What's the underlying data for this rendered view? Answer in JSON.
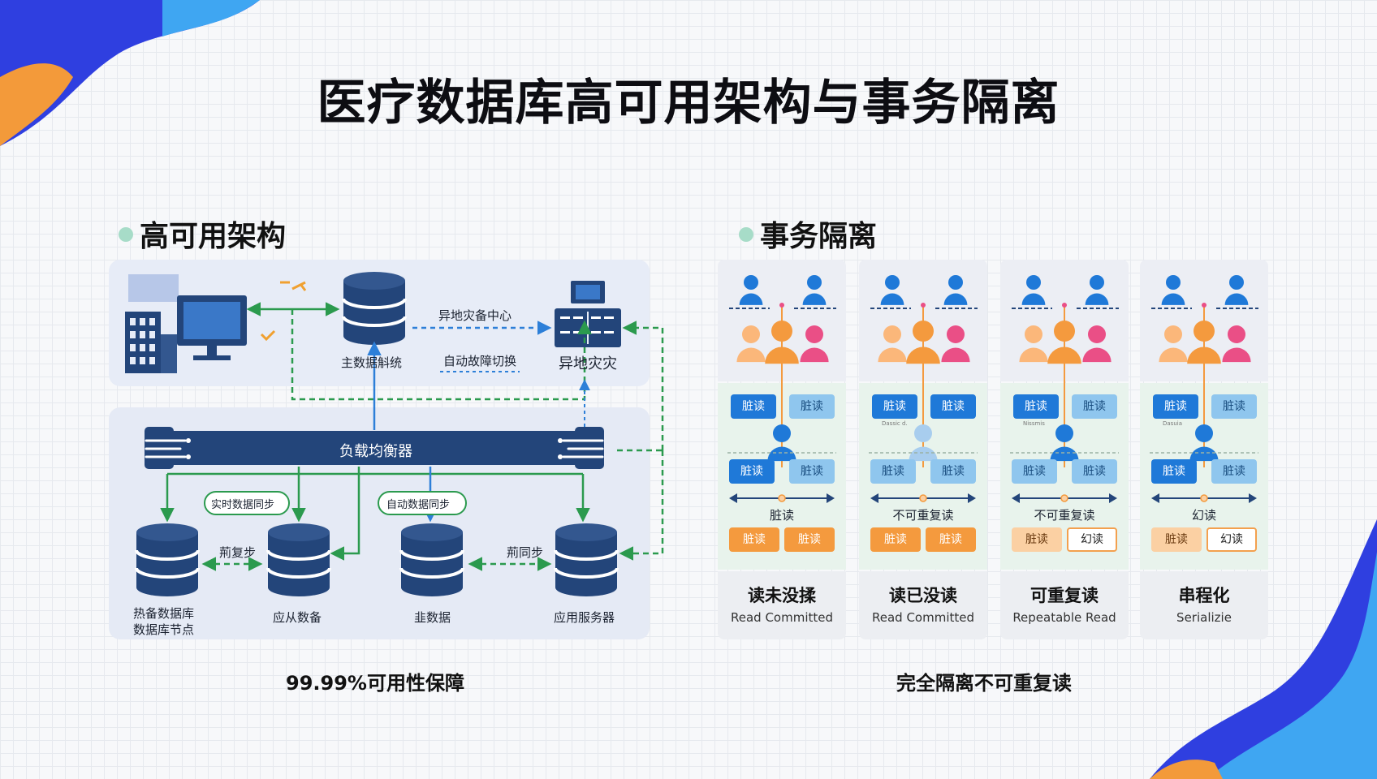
{
  "title": "医疗数据库高可用架构与事务隔离",
  "left": {
    "heading": "高可用架构",
    "nodes": {
      "primary_db": "主数据斛统",
      "dr_center": "异地灾备中心",
      "auto_failover": "自动故障切换",
      "dr_site": "异地灾灾",
      "load_balancer": "负载均衡器",
      "realtime_sync": "实时数据同步",
      "auto_sync": "自动数据同步",
      "sync_left": "荊复步",
      "sync_right": "荊同步",
      "db1_line1": "热备数据库",
      "db1_line2": "数据库节点",
      "db2": "应从数备",
      "db3": "韭数据",
      "db4": "应用服务器"
    },
    "caption": "99.99%可用性保障"
  },
  "right": {
    "heading": "事务隔离",
    "columns": [
      {
        "zh": "读未没揉",
        "en": "Read Committed",
        "phenomenon": "脏读",
        "note": "",
        "chips": [
          "脏读",
          "脏读",
          "脏读",
          "脏读",
          "脏读",
          "脏读"
        ]
      },
      {
        "zh": "读已没读",
        "en": "Read Committed",
        "phenomenon": "不可重复读",
        "note": "Dassic d.",
        "chips": [
          "脏读",
          "脏读",
          "脏读",
          "脏读",
          "脏读",
          "脏读"
        ]
      },
      {
        "zh": "可重复读",
        "en": "Repeatable Read",
        "phenomenon": "不可重复读",
        "note": "Nissmis",
        "chips": [
          "脏读",
          "脏读",
          "脏读",
          "脏读",
          "脏读",
          "幻读"
        ]
      },
      {
        "zh": "串程化",
        "en": "Serializie",
        "phenomenon": "幻读",
        "note": "Dasuia",
        "chips": [
          "脏读",
          "脏读",
          "脏读",
          "脏读",
          "脏读",
          "幻读"
        ]
      }
    ],
    "caption": "完全隔离不可重复读"
  },
  "colors": {
    "navy": "#23457a",
    "green_line": "#2b9a4e",
    "blue_line": "#2d7fd8",
    "person_blue": "#1f79d8",
    "person_orange": "#f49a3e",
    "person_pink": "#ea4f86",
    "accent_mint": "#a7dcc8"
  }
}
